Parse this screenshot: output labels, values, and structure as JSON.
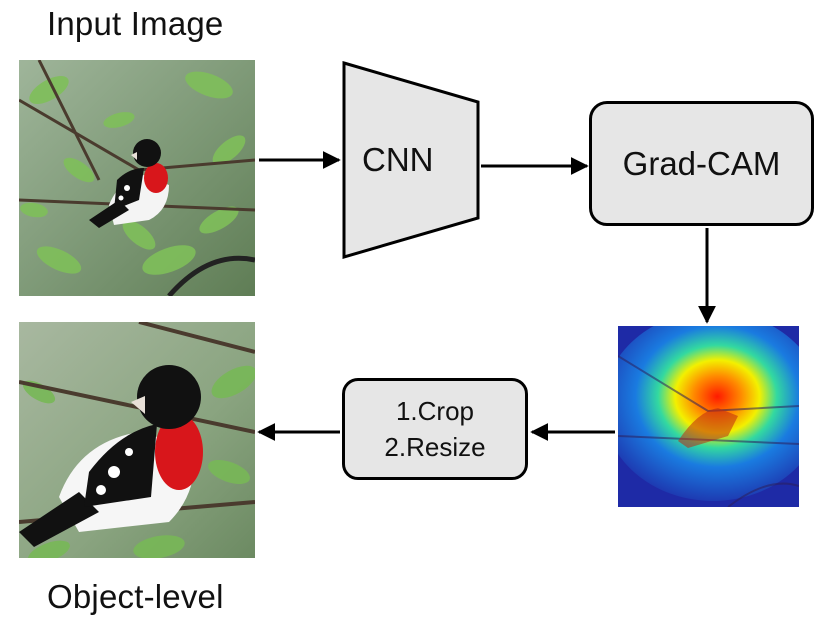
{
  "labels": {
    "input_image": "Input Image",
    "object_level": "Object-level"
  },
  "nodes": {
    "cnn": "CNN",
    "grad_cam": "Grad-CAM",
    "crop_step_1": "1.Crop",
    "crop_step_2": "2.Resize"
  },
  "colors": {
    "node_fill": "#e6e6e6",
    "stroke": "#000000",
    "bird_red": "#d8161b",
    "foliage_green": "#6fa35a",
    "heatmap_hot": "#ff2a00",
    "heatmap_cold": "#1f2fb0"
  }
}
